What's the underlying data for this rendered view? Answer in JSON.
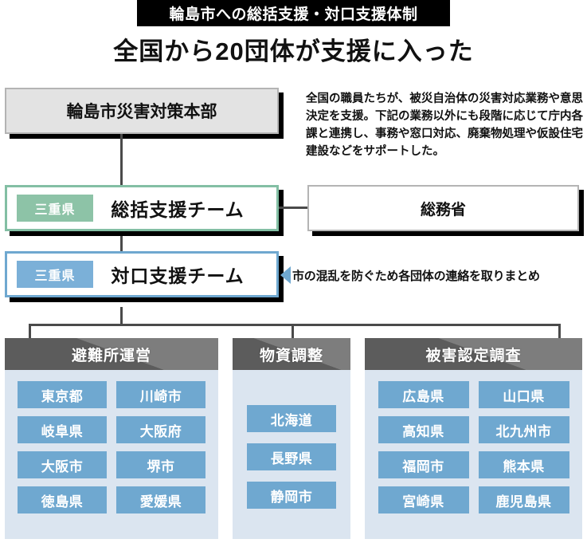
{
  "header": {
    "banner": "輪島市への総括支援・対口支援体制",
    "headline": "全国から20団体が支援に入った"
  },
  "hq": {
    "label": "輪島市災害対策本部"
  },
  "description": "全国の職員たちが、被災自治体の災害対応業務や意思決定を支援。下記の業務以外にも段階に応じて庁内各課と連携し、事務や窓口対応、廃棄物処理や仮設住宅建設などをサポートした。",
  "teams": [
    {
      "tag": "三重県",
      "name": "総括支援チーム",
      "accent": "#83bfa4",
      "tag_color": "#8dc3a7"
    },
    {
      "tag": "三重県",
      "name": "対口支援チーム",
      "accent": "#6fa8d0",
      "tag_color": "#7bb0d8"
    }
  ],
  "ministry": {
    "label": "総務省"
  },
  "annotation": {
    "text": "市の混乱を防ぐため各団体の連絡を取りまとめ",
    "marker_color": "#6fa8d0"
  },
  "columns": [
    {
      "title": "避難所運営",
      "members": [
        "東京都",
        "川崎市",
        "岐阜県",
        "大阪府",
        "大阪市",
        "堺市",
        "徳島県",
        "愛媛県"
      ]
    },
    {
      "title": "物資調整",
      "members": [
        "北海道",
        "長野県",
        "静岡市"
      ]
    },
    {
      "title": "被害認定調査",
      "members": [
        "広島県",
        "山口県",
        "高知県",
        "北九州市",
        "福岡市",
        "熊本県",
        "宮崎県",
        "鹿児島県"
      ]
    }
  ],
  "colors": {
    "banner_bg": "#000000",
    "hq_bg": "#e3e3e3",
    "panel_bg": "#dbe5f0",
    "chip_bg": "#6fa8d0",
    "col_header_bg": "#5c5c5c",
    "connector": "#4a4a4a"
  }
}
